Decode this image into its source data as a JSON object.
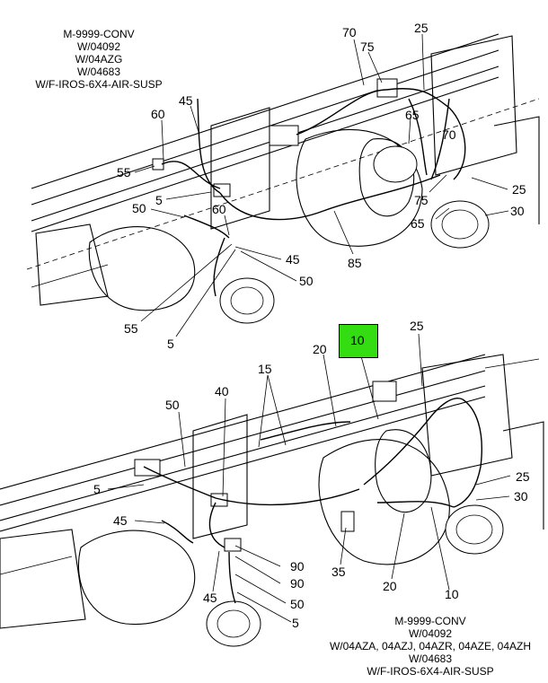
{
  "top_note": [
    "M-9999-CONV",
    "W/04092",
    "W/04AZG",
    "W/04683",
    "W/F-IROS-6X4-AIR-SUSP"
  ],
  "bottom_note": [
    "M-9999-CONV",
    "W/04092",
    "W/04AZA, 04AZJ, 04AZR, 04AZE, 04AZH",
    "W/04683",
    "W/F-IROS-6X4-AIR-SUSP"
  ],
  "highlight": {
    "label": "10",
    "color": "#33dd11"
  },
  "callouts_top": [
    "70",
    "75",
    "25",
    "45",
    "60",
    "65",
    "55",
    "70",
    "5",
    "75",
    "25",
    "50",
    "60",
    "30",
    "65",
    "45",
    "85",
    "50",
    "55",
    "5"
  ],
  "callouts_bottom": [
    "25",
    "20",
    "15",
    "40",
    "50",
    "25",
    "5",
    "30",
    "45",
    "90",
    "35",
    "20",
    "90",
    "10",
    "45",
    "50",
    "5"
  ]
}
